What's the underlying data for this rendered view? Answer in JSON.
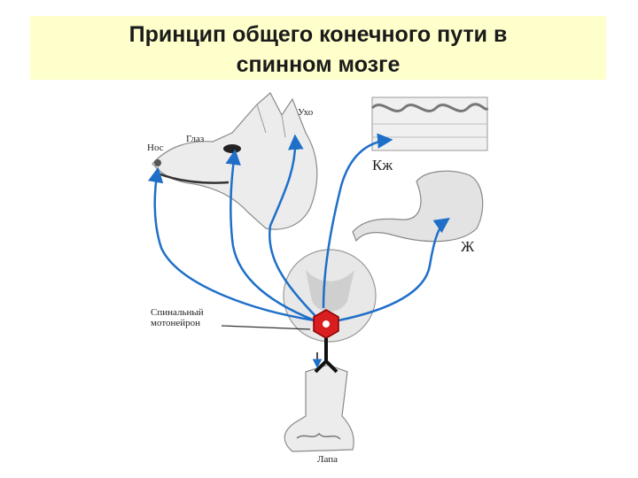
{
  "title": {
    "line1": "Принцип общего конечного пути  в",
    "line2": "спинном мозге"
  },
  "labels": {
    "nose": "Нос",
    "eye": "Глаз",
    "ear": "Ухо",
    "skin": "Кж",
    "stomach": "Ж",
    "motoneuron_line1": "Спинальный",
    "motoneuron_line2": "мотонейрон",
    "paw": "Лапа"
  },
  "colors": {
    "pathway": "#1f6fc9",
    "neuron": "#d81e1e",
    "title_band": "#ffffcc"
  }
}
